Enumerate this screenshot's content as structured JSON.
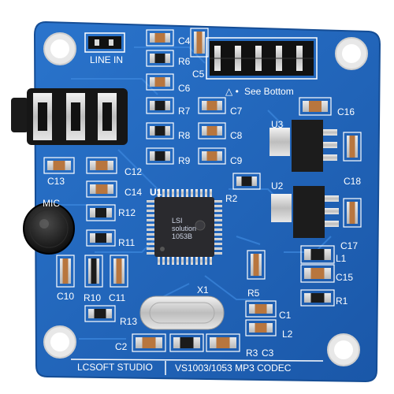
{
  "board": {
    "pcb_color": "#1e63b8",
    "silk_color": "#ffffff",
    "footer": {
      "left": "LCSOFT STUDIO",
      "right": "VS1003/1053 MP3 CODEC"
    },
    "header_label": "LINE IN",
    "see_bottom": "See Bottom",
    "mic_label": "MIC",
    "labels": {
      "C4": "C4",
      "R6": "R6",
      "C5": "C5",
      "C6": "C6",
      "R7": "R7",
      "C7": "C7",
      "R8": "R8",
      "C8": "C8",
      "R9": "R9",
      "C9": "C9",
      "C16": "C16",
      "U3": "U3",
      "C18": "C18",
      "U2": "U2",
      "C17": "C17",
      "C13": "C13",
      "C12": "C12",
      "C14": "C14",
      "U1": "U1",
      "R2": "R2",
      "R12": "R12",
      "R11": "R11",
      "C10": "C10",
      "R10": "R10",
      "C11": "C11",
      "R13": "R13",
      "X1": "X1",
      "R5": "R5",
      "C1": "C1",
      "L2": "L2",
      "C2": "C2",
      "R3": "R3",
      "C3": "C3",
      "L1": "L1",
      "C15": "C15",
      "R1": "R1"
    },
    "chip_marking": {
      "line1": "LSI",
      "line2": "solution",
      "line3": "1053B"
    }
  }
}
